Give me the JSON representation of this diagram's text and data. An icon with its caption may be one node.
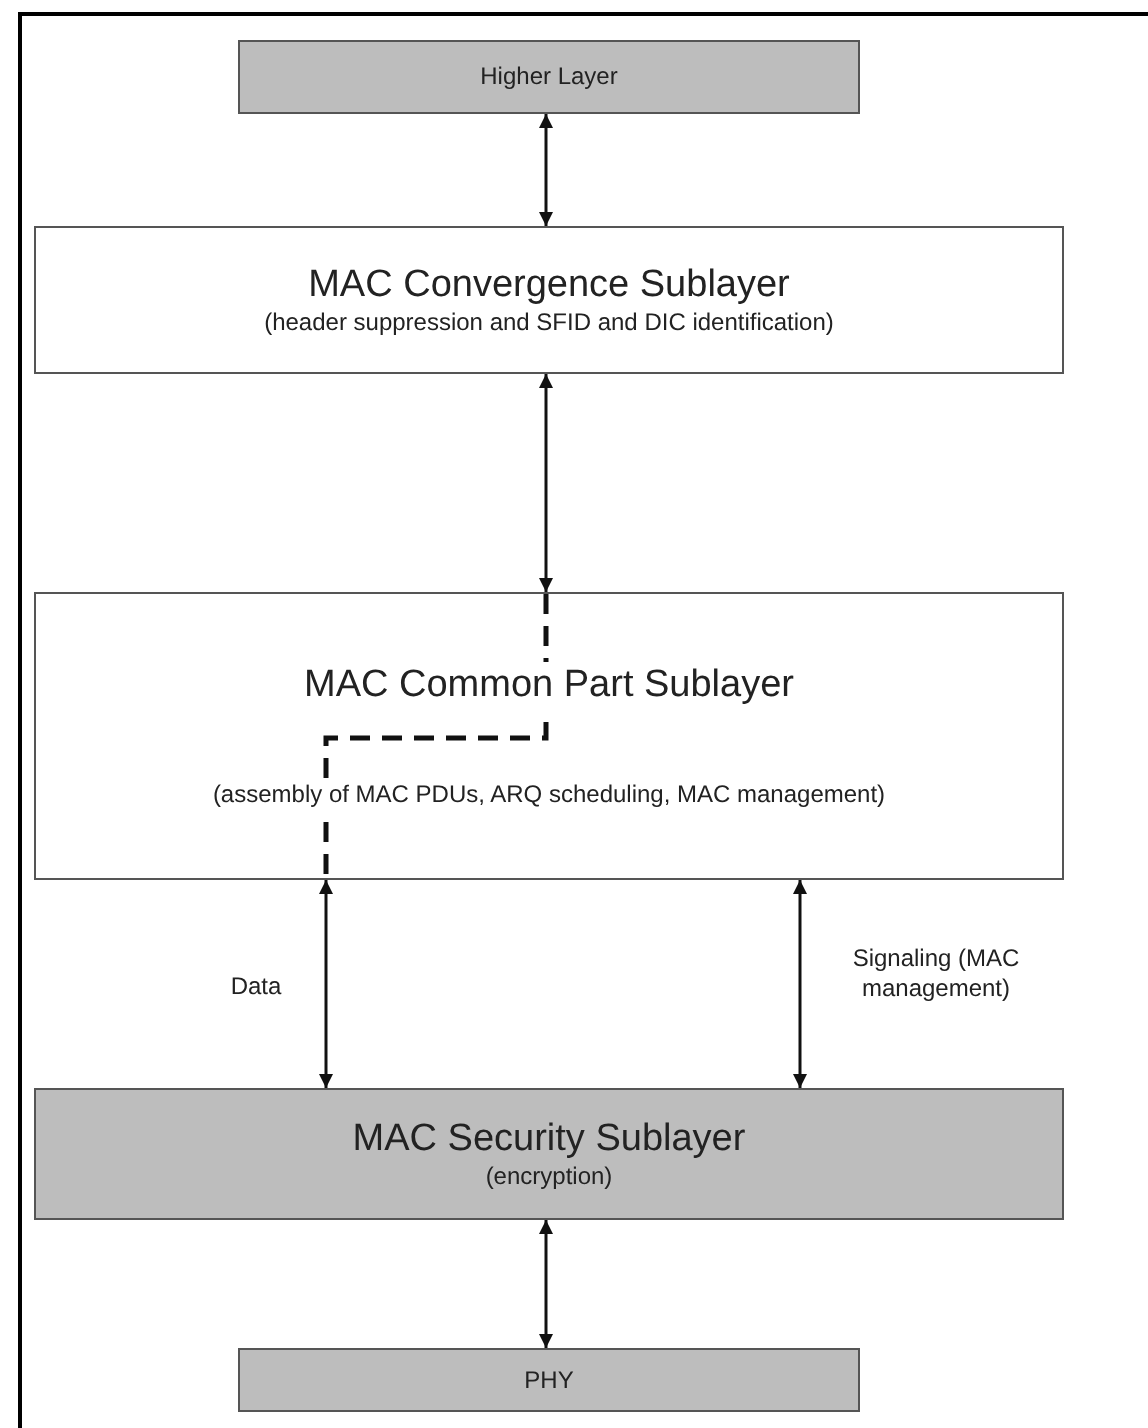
{
  "diagram": {
    "nodes": [
      {
        "text": [
          "Higher Layer"
        ]
      },
      {
        "text": [
          "MAC Convergence Sublayer",
          "(header suppression and SFID and DIC identification)"
        ]
      },
      {
        "text": [
          "MAC Common Part Sublayer",
          "(assembly of MAC PDUs, ARQ scheduling, MAC management)"
        ]
      },
      {
        "text": [
          "MAC Security Sublayer",
          "(encryption)"
        ]
      },
      {
        "text": [
          "PHY"
        ]
      }
    ],
    "edges": [
      {
        "from": 0,
        "to": 1,
        "arrow": "both"
      },
      {
        "from": 1,
        "to": 2,
        "arrow": "both"
      },
      {
        "from": 2,
        "to": 3,
        "arrow": "both",
        "label": "Data"
      },
      {
        "from": 2,
        "to": 3,
        "arrow": "both",
        "label": "Signaling (MAC management)"
      },
      {
        "from": 3,
        "to": 4,
        "arrow": "both"
      }
    ]
  }
}
